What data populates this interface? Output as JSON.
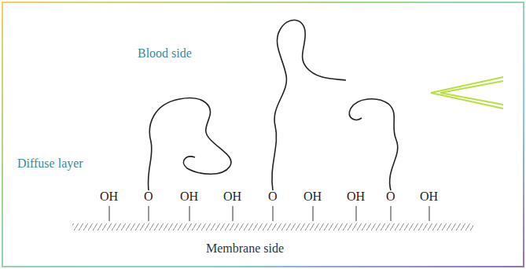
{
  "diagram": {
    "labels": [
      "Blood side",
      "Diffuse layer",
      "OH",
      "O",
      "OH",
      "OH",
      "O",
      "OH",
      "OH",
      "O",
      "OH",
      "Membrane side"
    ]
  }
}
